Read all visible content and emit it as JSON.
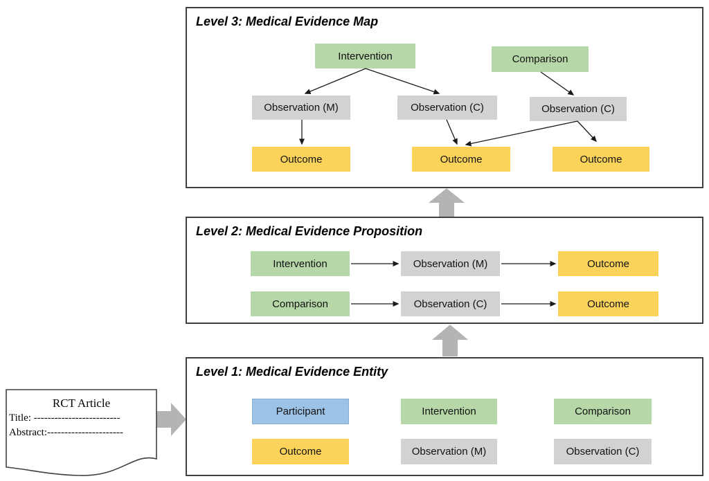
{
  "colors": {
    "participant_blue": "#9CC3E6",
    "intervention_comparison_green": "#B6D7A8",
    "outcome_yellow": "#FBD35B",
    "observation_gray": "#D2D2D2",
    "block_arrow_gray": "#B4B4B4",
    "box_border_dark": "#404040"
  },
  "document": {
    "title": "RCT Article",
    "title_line": "Title: -------------------------",
    "abstract_line": "Abstract:----------------------"
  },
  "level3": {
    "title": "Level 3: Medical Evidence Map",
    "nodes": {
      "intervention": "Intervention",
      "comparison": "Comparison",
      "observation_m": "Observation (M)",
      "observation_c_mid": "Observation (C)",
      "observation_c_right": "Observation (C)",
      "outcome_left": "Outcome",
      "outcome_mid": "Outcome",
      "outcome_right": "Outcome"
    },
    "edges": [
      {
        "from": "Intervention",
        "to": "Observation (M)"
      },
      {
        "from": "Intervention",
        "to": "Observation (C) middle"
      },
      {
        "from": "Comparison",
        "to": "Observation (C) right"
      },
      {
        "from": "Observation (M)",
        "to": "Outcome left"
      },
      {
        "from": "Observation (C) middle",
        "to": "Outcome middle"
      },
      {
        "from": "Observation (C) right",
        "to": "Outcome middle"
      },
      {
        "from": "Observation (C) right",
        "to": "Outcome right"
      }
    ]
  },
  "level2": {
    "title": "Level 2: Medical Evidence Proposition",
    "rows": [
      {
        "source": "Intervention",
        "relation": "Observation (M)",
        "target": "Outcome"
      },
      {
        "source": "Comparison",
        "relation": "Observation (C)",
        "target": "Outcome"
      }
    ]
  },
  "level1": {
    "title": "Level 1: Medical Evidence Entity",
    "entities": [
      "Participant",
      "Intervention",
      "Comparison",
      "Outcome",
      "Observation (M)",
      "Observation (C)"
    ]
  },
  "flow": [
    {
      "from": "RCT Article",
      "to": "Level 1: Medical Evidence Entity"
    },
    {
      "from": "Level 1: Medical Evidence Entity",
      "to": "Level 2: Medical Evidence Proposition"
    },
    {
      "from": "Level 2: Medical Evidence Proposition",
      "to": "Level 3: Medical Evidence Map"
    }
  ]
}
